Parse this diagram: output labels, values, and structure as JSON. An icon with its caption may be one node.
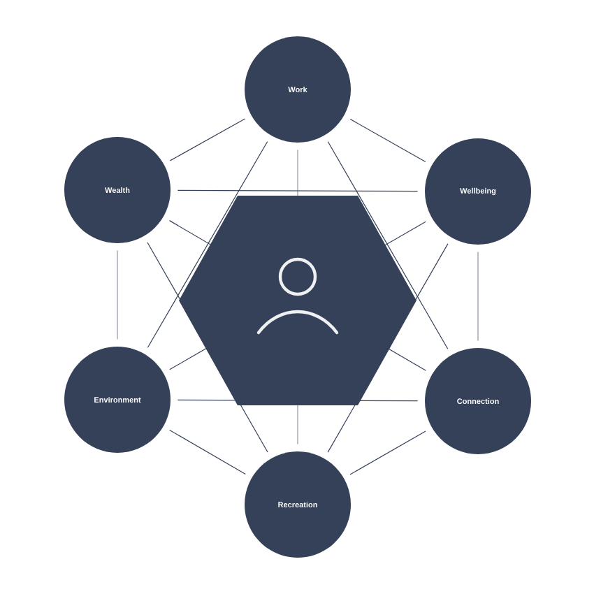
{
  "diagram": {
    "nodes": [
      {
        "text": [
          "Work"
        ]
      },
      {
        "text": [
          "Wealth"
        ]
      },
      {
        "text": [
          "Wellbeing"
        ]
      },
      {
        "text": [
          "Environment"
        ]
      },
      {
        "text": [
          "Connection"
        ]
      },
      {
        "text": [
          "Recreation"
        ]
      }
    ],
    "edges": [
      {
        "from": 0,
        "to": 1,
        "arrow": "none"
      },
      {
        "from": 0,
        "to": 2,
        "arrow": "none"
      },
      {
        "from": 0,
        "to": 3,
        "arrow": "none"
      },
      {
        "from": 0,
        "to": 4,
        "arrow": "none"
      },
      {
        "from": 0,
        "to": 5,
        "arrow": "none",
        "color": "#8e95a5"
      },
      {
        "from": 1,
        "to": 2,
        "arrow": "none"
      },
      {
        "from": 1,
        "to": 3,
        "arrow": "none",
        "color": "#8e95a5"
      },
      {
        "from": 1,
        "to": 4,
        "arrow": "none"
      },
      {
        "from": 1,
        "to": 5,
        "arrow": "none"
      },
      {
        "from": 2,
        "to": 3,
        "arrow": "none"
      },
      {
        "from": 2,
        "to": 4,
        "arrow": "none",
        "color": "#8e95a5"
      },
      {
        "from": 2,
        "to": 5,
        "arrow": "none"
      },
      {
        "from": 3,
        "to": 4,
        "arrow": "none"
      },
      {
        "from": 3,
        "to": 5,
        "arrow": "none"
      },
      {
        "from": 4,
        "to": 5,
        "arrow": "none"
      }
    ]
  }
}
